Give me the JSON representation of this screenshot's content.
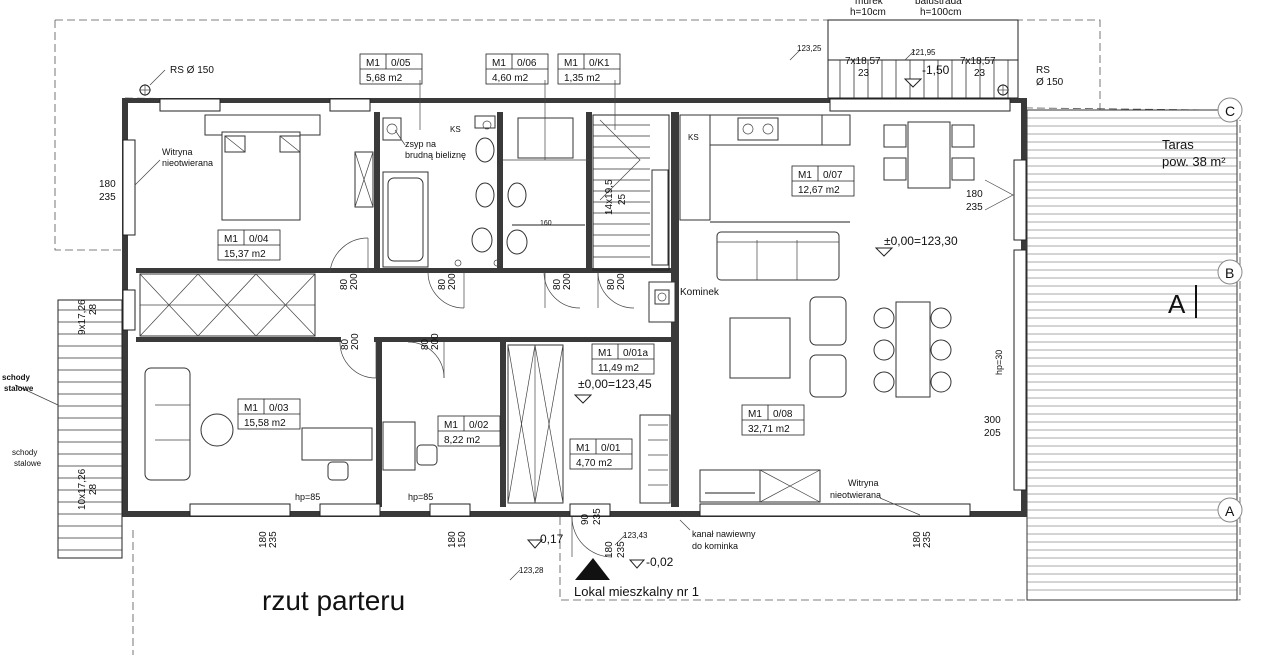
{
  "drawing_title": "rzut parteru",
  "unit_name": "Lokal mieszkalny nr 1",
  "rooms": [
    {
      "id": "M1",
      "num": "0/05",
      "area": "5,68  m2"
    },
    {
      "id": "M1",
      "num": "0/06",
      "area": "4,60  m2"
    },
    {
      "id": "M1",
      "num": "0/K1",
      "area": "1,35  m2"
    },
    {
      "id": "M1",
      "num": "0/04",
      "area": "15,37 m2"
    },
    {
      "id": "M1",
      "num": "0/07",
      "area": "12,67 m2"
    },
    {
      "id": "M1",
      "num": "0/01a",
      "area": "11,49 m2"
    },
    {
      "id": "M1",
      "num": "0/03",
      "area": "15,58 m2"
    },
    {
      "id": "M1",
      "num": "0/02",
      "area": "8,22  m2"
    },
    {
      "id": "M1",
      "num": "0/01",
      "area": "4,70  m2"
    },
    {
      "id": "M1",
      "num": "0/08",
      "area": "32,71 m2"
    }
  ],
  "labels": {
    "rs_left": "RS Ø 150",
    "rs_right_1": "RS",
    "rs_right_2": "Ø 150",
    "witryna_1": "Witryna",
    "witryna_2": "nieotwierana",
    "zsyp_1": "zsyp na",
    "zsyp_2": "brudną bieliznę",
    "ks_1": "KS",
    "ks_2": "KS",
    "kominek": "Kominek",
    "taras_1": "Taras",
    "taras_2": "pow. 38 m²",
    "schody_1a": "schody",
    "schody_1b": "stalowe",
    "schody_2a": "schody",
    "schody_2b": "stalowe",
    "kanal_1": "kanał nawiewny",
    "kanal_2": "do kominka",
    "witryna_3": "Witryna",
    "witryna_4": "nieotwierana",
    "hp85_1": "hp=85",
    "hp85_2": "hp=85",
    "hp30": "hp=30",
    "murek_1": "murek",
    "murek_2": "h=10cm",
    "balustrada_1": "balustrada",
    "balustrada_2": "h=100cm",
    "section_a": "A"
  },
  "levels": {
    "lvl_kitchen": "±0,00=123,30",
    "lvl_hall": "±0,00=123,45",
    "lvl_minus_150": "-1,50",
    "lvl_12325": "123,25",
    "lvl_12195": "121,95",
    "lvl_minus_017": "-0,17",
    "lvl_minus_002": "-0,02",
    "lvl_12343": "123,43",
    "lvl_12328": "123,28"
  },
  "dimensions": {
    "stairs_left": "7x18,57",
    "stairs_left_n": "23",
    "stairs_right": "7x18,57",
    "stairs_right_n": "23",
    "win_left_a": "180",
    "win_left_b": "235",
    "win_right_a": "180",
    "win_right_b": "235",
    "win_bottom1_a": "180",
    "win_bottom1_b": "235",
    "win_bottom2_a": "180",
    "win_bottom2_b": "150",
    "win_bottom3_a": "180",
    "win_bottom3_b": "235",
    "win_east_a": "300",
    "win_east_b": "205",
    "door_w1_a": "90",
    "door_w1_b": "235",
    "door_entry_a": "180",
    "door_entry_b": "235",
    "d1a": "80",
    "d1b": "200",
    "d2a": "80",
    "d2b": "200",
    "d3a": "80",
    "d3b": "200",
    "d4a": "80",
    "d4b": "200",
    "d5a": "80",
    "d5b": "200",
    "d6a": "80",
    "d6b": "200",
    "w160": "160",
    "stair_inner": "14x19,5",
    "stair_inner_2": "25",
    "stair_side_1": "10x17,26",
    "stair_side_2": "28",
    "stair_side_3": "9x17,26",
    "stair_side_4": "28"
  },
  "axes": [
    "A",
    "B",
    "C"
  ]
}
